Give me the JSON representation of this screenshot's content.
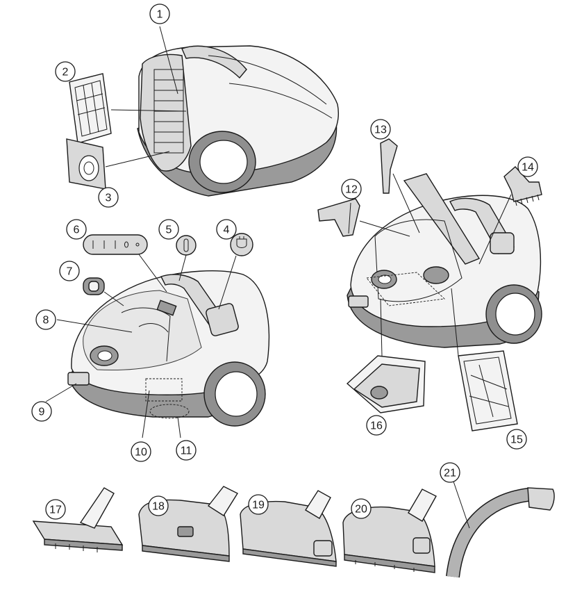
{
  "callouts": [
    {
      "n": "1"
    },
    {
      "n": "2"
    },
    {
      "n": "3"
    },
    {
      "n": "4"
    },
    {
      "n": "5"
    },
    {
      "n": "6"
    },
    {
      "n": "7"
    },
    {
      "n": "8"
    },
    {
      "n": "9"
    },
    {
      "n": "10"
    },
    {
      "n": "11"
    },
    {
      "n": "12"
    },
    {
      "n": "13"
    },
    {
      "n": "14"
    },
    {
      "n": "15"
    },
    {
      "n": "16"
    },
    {
      "n": "17"
    },
    {
      "n": "18"
    },
    {
      "n": "19"
    },
    {
      "n": "20"
    },
    {
      "n": "21"
    }
  ],
  "colors": {
    "line": "#1a1a1a",
    "body_light": "#f3f3f3",
    "body_mid": "#d9d9d9",
    "body_dark": "#9a9a9a"
  }
}
